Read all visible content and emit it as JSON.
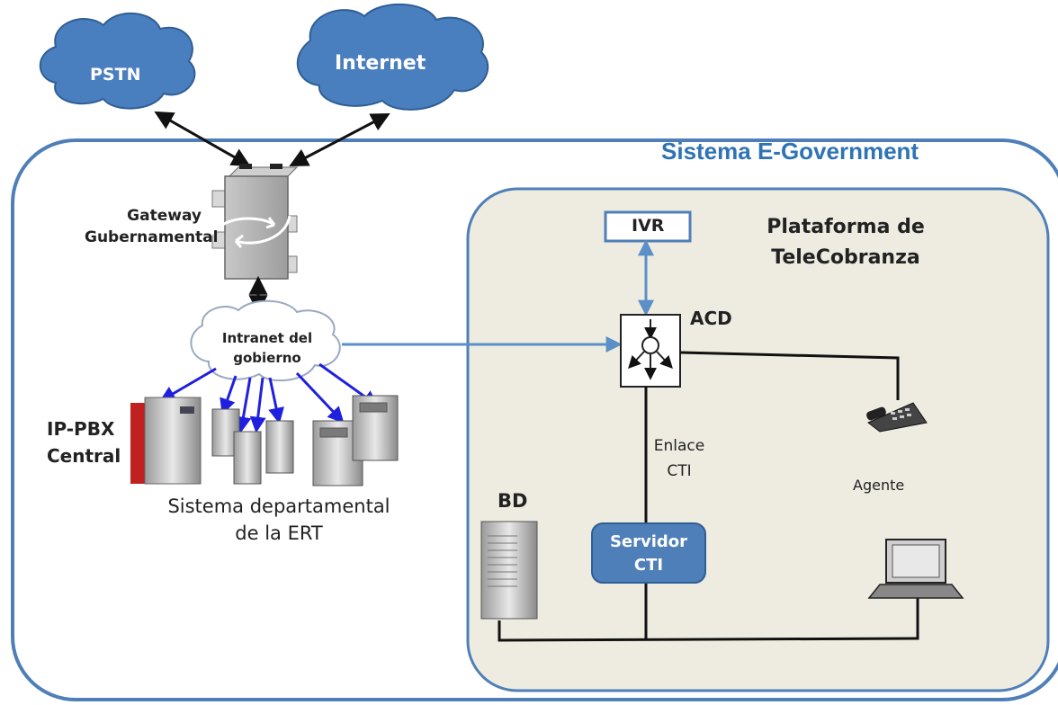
{
  "title": "Sistema E-Government",
  "clouds": {
    "pstn": "PSTN",
    "internet": "Internet",
    "intranet": "Intranet del\ngobierno"
  },
  "gateway_label": "Gateway\nGubernamental",
  "ippbx_label": "IP-PBX\nCentral",
  "dept_label": "Sistema departamental\nde la ERT",
  "platform_label": "Plataforma de\nTeleCobranza",
  "ivr": "IVR",
  "acd": "ACD",
  "enlace": "Enlace\nCTI",
  "bd": "BD",
  "servidor": "Servidor\nCTI",
  "agente": "Agente",
  "colors": {
    "outer_border": "#4f7fb8",
    "title": "#2e74b5",
    "cloud": "#4a7fbf",
    "platform_bg": "#eeece1",
    "blue_arrow": "#1f1fe0",
    "acd_link": "#5b8fc7"
  }
}
